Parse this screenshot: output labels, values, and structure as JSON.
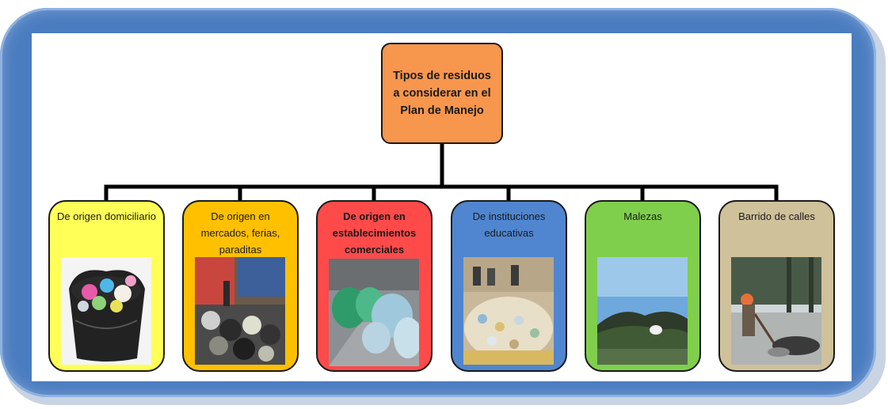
{
  "diagram": {
    "root": {
      "label": "Tipos de residuos a considerar en el Plan de Manejo"
    },
    "categories": [
      {
        "label": "De origen domiciliario",
        "color": "#ffff57",
        "icon": "trash-bag-photo"
      },
      {
        "label": "De origen en mercados, ferias, paraditas",
        "color": "#ffc000",
        "icon": "market-waste-photo"
      },
      {
        "label": "De origen en establecimientos comerciales",
        "color": "#ff4a4a",
        "icon": "commercial-bags-photo"
      },
      {
        "label": "De instituciones educativas",
        "color": "#4f86cf",
        "icon": "school-waste-photo"
      },
      {
        "label": "Malezas",
        "color": "#7fcf4c",
        "icon": "weeds-photo"
      },
      {
        "label": "Barrido de calles",
        "color": "#cfc19a",
        "icon": "street-sweeping-photo"
      }
    ]
  },
  "colors": {
    "frame": "#4a7cc0",
    "root": "#f7964d",
    "connector": "#000000"
  }
}
